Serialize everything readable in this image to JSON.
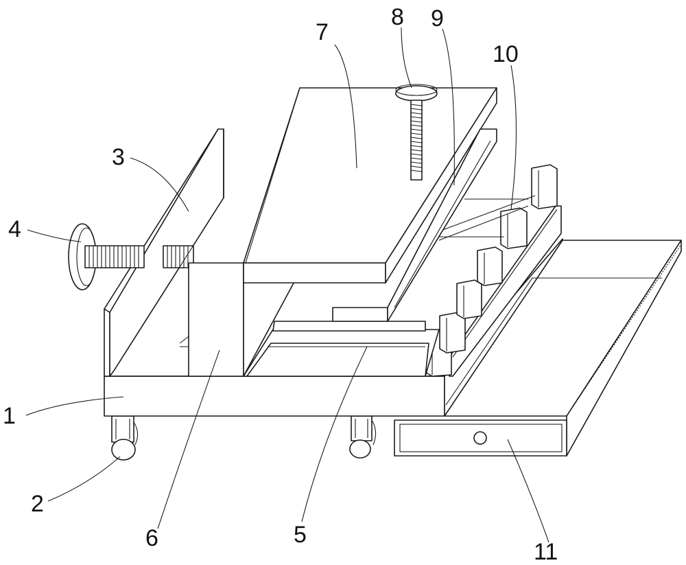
{
  "callouts": [
    {
      "id": "1",
      "text": "1"
    },
    {
      "id": "2",
      "text": "2"
    },
    {
      "id": "3",
      "text": "3"
    },
    {
      "id": "4",
      "text": "4"
    },
    {
      "id": "5",
      "text": "5"
    },
    {
      "id": "6",
      "text": "6"
    },
    {
      "id": "7",
      "text": "7"
    },
    {
      "id": "8",
      "text": "8"
    },
    {
      "id": "9",
      "text": "9"
    },
    {
      "id": "10",
      "text": "10"
    },
    {
      "id": "11",
      "text": "11"
    }
  ],
  "colors": {
    "line": "#1a1a1a",
    "background": "#ffffff"
  }
}
